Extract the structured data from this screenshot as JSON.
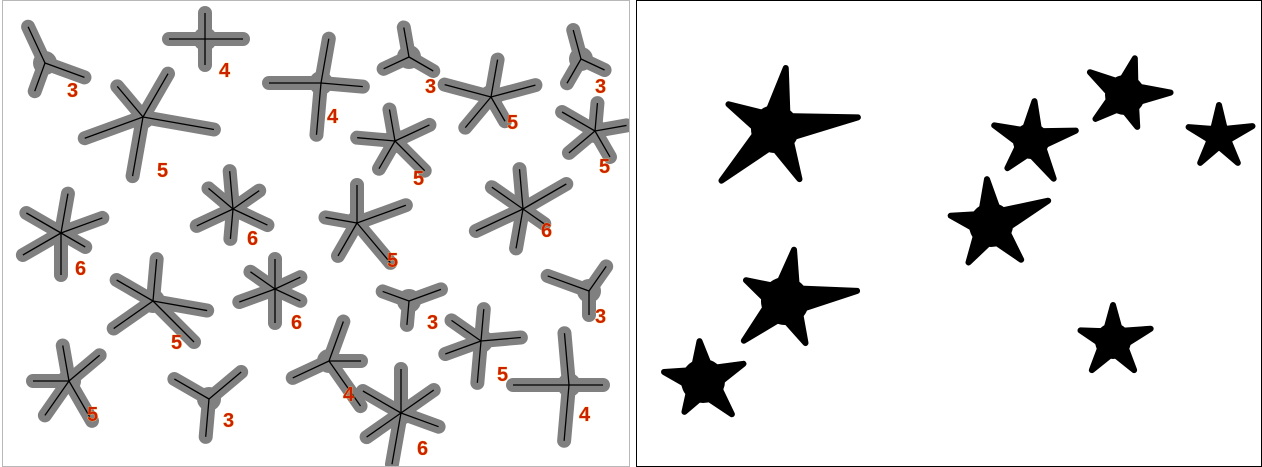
{
  "colors": {
    "shape_fill": "#808080",
    "skeleton_line": "#000000",
    "label_fill": "#cc2200",
    "label_outline": "#ffcc66",
    "silhouette": "#000000",
    "background": "#ffffff"
  },
  "left_panel": {
    "shapes": [
      {
        "arms": 3,
        "label": "3"
      },
      {
        "arms": 4,
        "label": "4"
      },
      {
        "arms": 4,
        "label": "4"
      },
      {
        "arms": 3,
        "label": "3"
      },
      {
        "arms": 3,
        "label": "3"
      },
      {
        "arms": 5,
        "label": "5"
      },
      {
        "arms": 5,
        "label": "5"
      },
      {
        "arms": 5,
        "label": "5"
      },
      {
        "arms": 5,
        "label": "5"
      },
      {
        "arms": 6,
        "label": "6"
      },
      {
        "arms": 6,
        "label": "6"
      },
      {
        "arms": 5,
        "label": "5"
      },
      {
        "arms": 6,
        "label": "6"
      },
      {
        "arms": 6,
        "label": "6"
      },
      {
        "arms": 5,
        "label": "5"
      },
      {
        "arms": 3,
        "label": "3"
      },
      {
        "arms": 3,
        "label": "3"
      },
      {
        "arms": 4,
        "label": "4"
      },
      {
        "arms": 5,
        "label": "5"
      },
      {
        "arms": 5,
        "label": "5"
      },
      {
        "arms": 3,
        "label": "3"
      },
      {
        "arms": 6,
        "label": "6"
      },
      {
        "arms": 4,
        "label": "4"
      }
    ]
  },
  "right_panel": {
    "shapes": [
      {
        "arms": 5
      },
      {
        "arms": 5
      },
      {
        "arms": 5
      },
      {
        "arms": 5
      },
      {
        "arms": 5
      },
      {
        "arms": 5
      },
      {
        "arms": 5
      },
      {
        "arms": 5
      }
    ]
  }
}
